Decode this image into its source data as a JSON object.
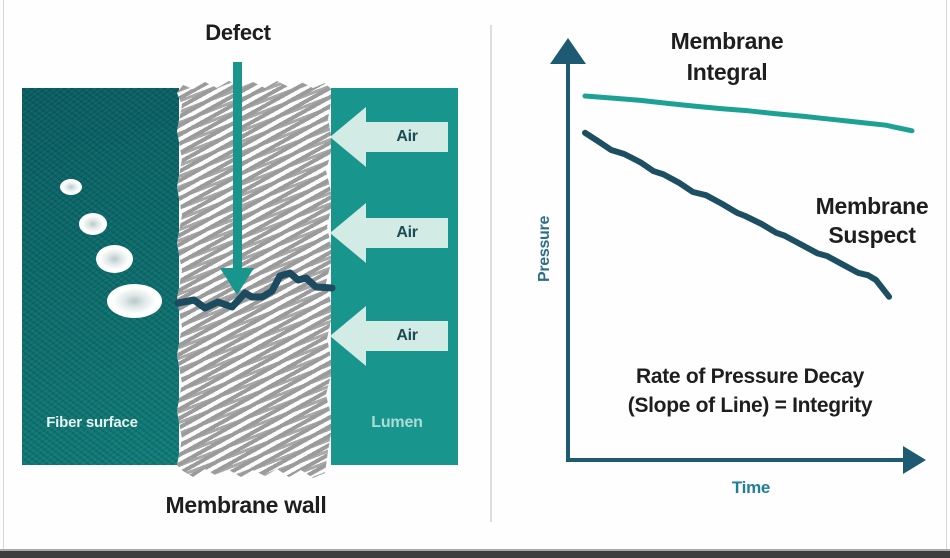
{
  "colors": {
    "lumen_teal": "#18958d",
    "fiber_dark_teal": "#0a5d62",
    "air_arrow_fill": "#d2ebe5",
    "defect_arrow_teal": "#18958d",
    "crack_navy": "#1c4a5f",
    "axis_teal": "#1e5a71",
    "integral_line": "#1da195",
    "suspect_line": "#1d4f63",
    "label_black": "#1e1e1e",
    "pressure_label_teal": "#2d6e87",
    "time_label_teal": "#1f7f99"
  },
  "diagram": {
    "defect_label": "Defect",
    "fiber_surface_label": "Fiber surface",
    "lumen_label": "Lumen",
    "membrane_wall_label": "Membrane wall",
    "air_arrows": [
      {
        "label": "Air"
      },
      {
        "label": "Air"
      },
      {
        "label": "Air"
      }
    ]
  },
  "chart": {
    "integral_label": "Membrane\nIntegral",
    "suspect_label": "Membrane\nSuspect",
    "pressure_axis_label": "Pressure",
    "time_axis_label": "Time",
    "annotation": "Rate of Pressure Decay\n(Slope of Line) = Integrity"
  },
  "chart_data": {
    "type": "line",
    "title": "",
    "xlabel": "Time",
    "ylabel": "Pressure",
    "x_range": [
      0,
      1
    ],
    "y_range": [
      0,
      1
    ],
    "grid": false,
    "legend_position": "inline-labels",
    "annotation": "Rate of Pressure Decay (Slope of Line) = Integrity",
    "series": [
      {
        "id": "integral",
        "name": "Membrane Integral",
        "color": "#1da195",
        "points": [
          [
            0,
            0.91
          ],
          [
            0.08,
            0.905
          ],
          [
            0.17,
            0.899
          ],
          [
            0.26,
            0.891
          ],
          [
            0.33,
            0.885
          ],
          [
            0.42,
            0.878
          ],
          [
            0.5,
            0.873
          ],
          [
            0.58,
            0.866
          ],
          [
            0.67,
            0.859
          ],
          [
            0.75,
            0.852
          ],
          [
            0.83,
            0.845
          ],
          [
            0.92,
            0.837
          ],
          [
            1,
            0.823
          ]
        ]
      },
      {
        "id": "suspect",
        "name": "Membrane Suspect",
        "color": "#1d4f63",
        "points": [
          [
            0,
            0.818
          ],
          [
            0.04,
            0.797
          ],
          [
            0.08,
            0.775
          ],
          [
            0.12,
            0.765
          ],
          [
            0.17,
            0.744
          ],
          [
            0.21,
            0.722
          ],
          [
            0.24,
            0.714
          ],
          [
            0.29,
            0.692
          ],
          [
            0.33,
            0.67
          ],
          [
            0.37,
            0.662
          ],
          [
            0.42,
            0.64
          ],
          [
            0.465,
            0.618
          ],
          [
            0.49,
            0.61
          ],
          [
            0.54,
            0.59
          ],
          [
            0.585,
            0.568
          ],
          [
            0.61,
            0.561
          ],
          [
            0.66,
            0.539
          ],
          [
            0.71,
            0.517
          ],
          [
            0.74,
            0.51
          ],
          [
            0.79,
            0.488
          ],
          [
            0.835,
            0.468
          ],
          [
            0.865,
            0.462
          ],
          [
            0.89,
            0.45
          ],
          [
            0.93,
            0.408
          ]
        ]
      }
    ]
  }
}
